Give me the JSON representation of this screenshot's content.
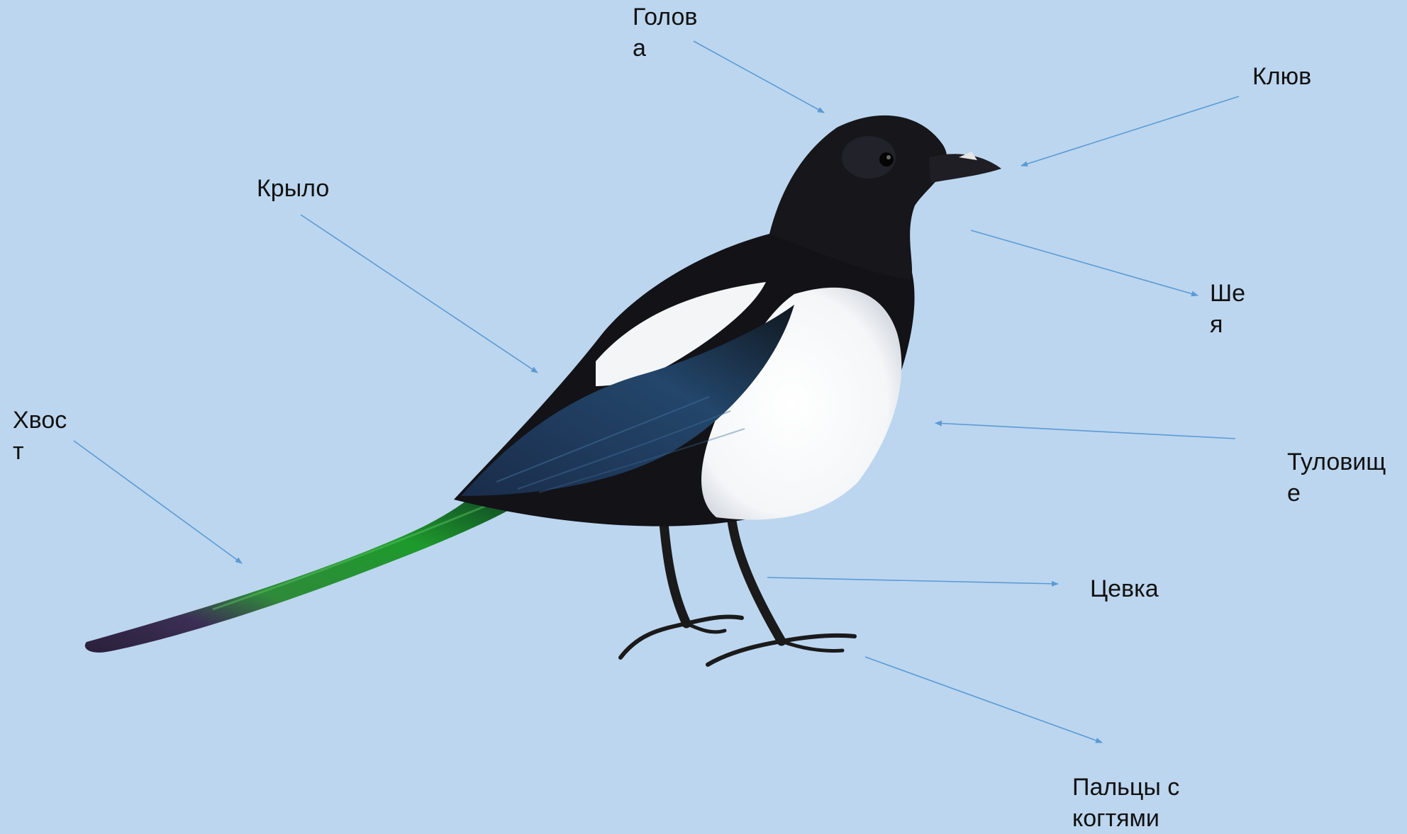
{
  "diagram": {
    "background_color": "#bcd6ef",
    "arrow_color": "#5b9bd5",
    "subject": "magpie",
    "labels": {
      "head": "Голов\nа",
      "beak": "Клюв",
      "wing": "Крыло",
      "neck": "Ше\nя",
      "tail": "Хвос\nт",
      "body": "Туловищ\nе",
      "tarsus": "Цевка",
      "toes": "Пальцы с\nкогтями"
    }
  }
}
